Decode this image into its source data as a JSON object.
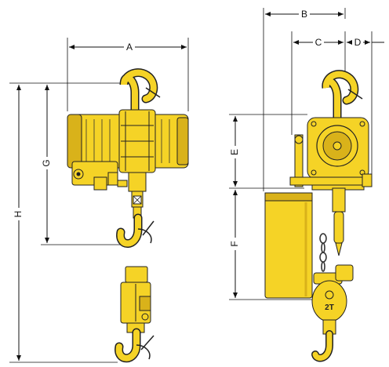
{
  "dimensions": {
    "A": "A",
    "B": "B",
    "C": "C",
    "D": "D",
    "E": "E",
    "F": "F",
    "G": "G",
    "H": "H"
  },
  "badge_text": "2T",
  "colors": {
    "body_yellow": "#f5d326",
    "shadow_yellow": "#d9b21a",
    "outline": "#222222",
    "dim_line": "#111111",
    "background": "#ffffff"
  }
}
